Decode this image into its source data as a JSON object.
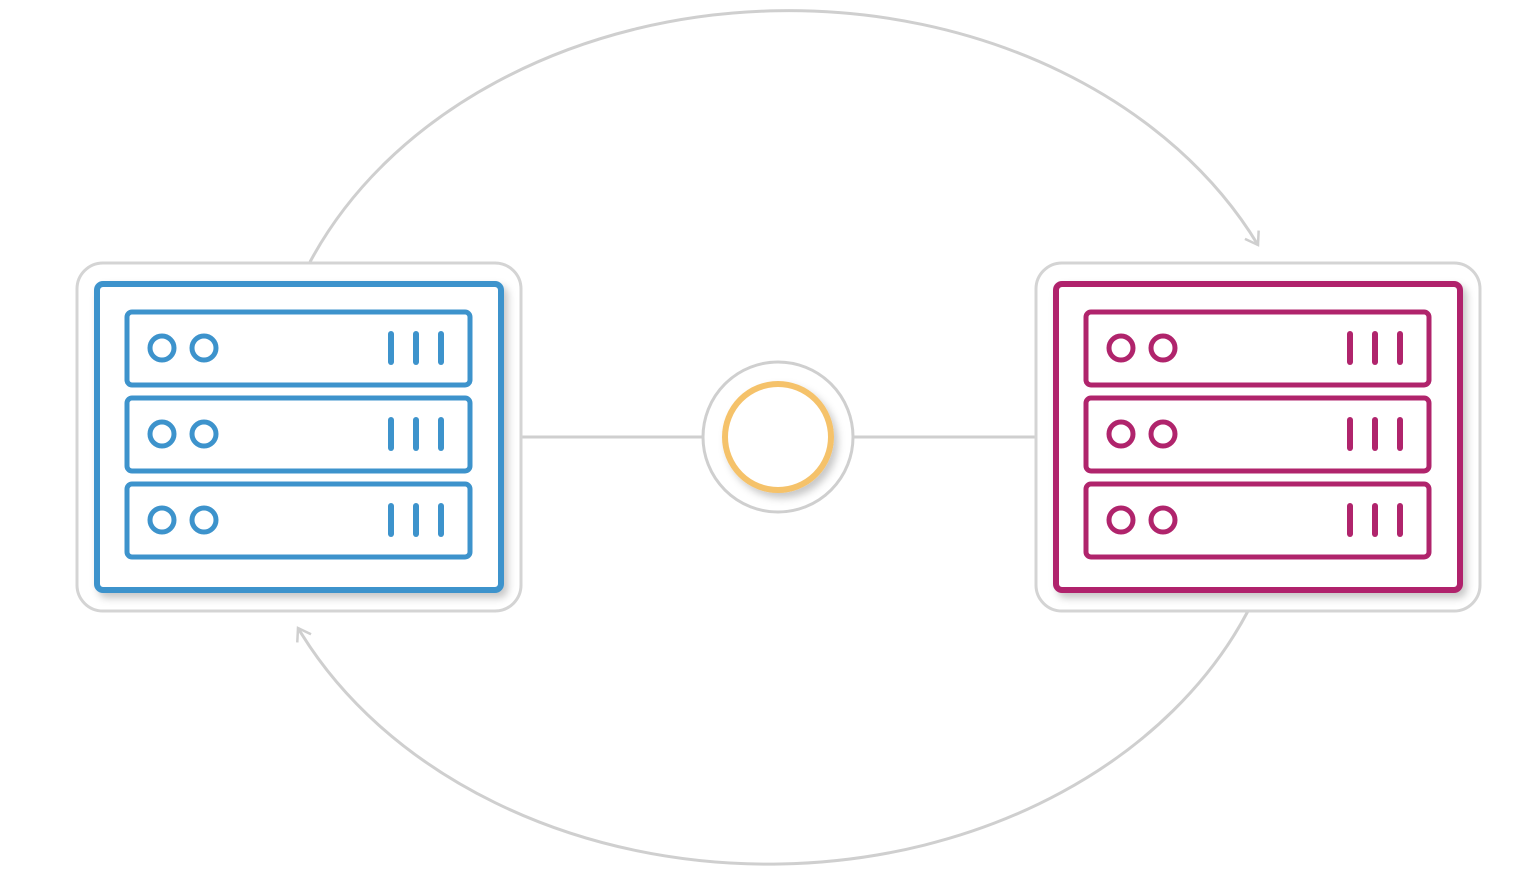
{
  "colors": {
    "left_server": "#3d93cc",
    "right_server": "#b0246c",
    "hub_ring": "#f5c26b",
    "connector": "#cfcfcf"
  },
  "nodes": [
    {
      "id": "left",
      "icon": "server-rack-icon",
      "units": 3
    },
    {
      "id": "hub",
      "icon": "circle-hub-icon"
    },
    {
      "id": "right",
      "icon": "server-rack-icon",
      "units": 3
    }
  ],
  "edges": [
    {
      "from": "left",
      "to": "right",
      "style": "curved-arrow-top"
    },
    {
      "from": "right",
      "to": "left",
      "style": "curved-arrow-bottom"
    },
    {
      "from": "left",
      "to": "hub",
      "style": "line"
    },
    {
      "from": "hub",
      "to": "right",
      "style": "line"
    }
  ]
}
